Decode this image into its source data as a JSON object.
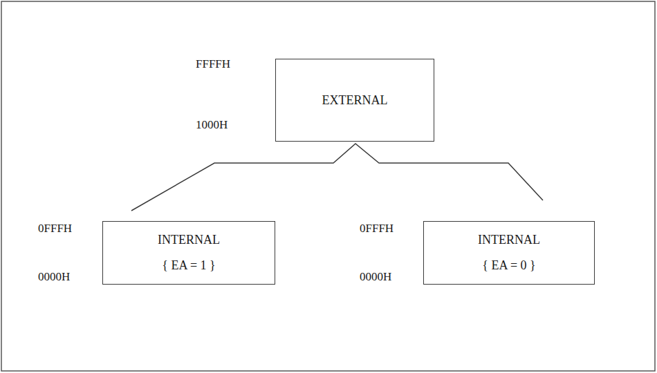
{
  "diagram": {
    "nodes": [
      {
        "text": [
          "EXTERNAL"
        ]
      },
      {
        "text": [
          "INTERNAL",
          "{ EA = 1 }"
        ]
      },
      {
        "text": [
          "INTERNAL",
          "{ EA = 0 }"
        ]
      }
    ],
    "labels": [
      "FFFFH",
      "1000H",
      "0FFFH",
      "0000H",
      "0FFFH",
      "0000H"
    ]
  }
}
